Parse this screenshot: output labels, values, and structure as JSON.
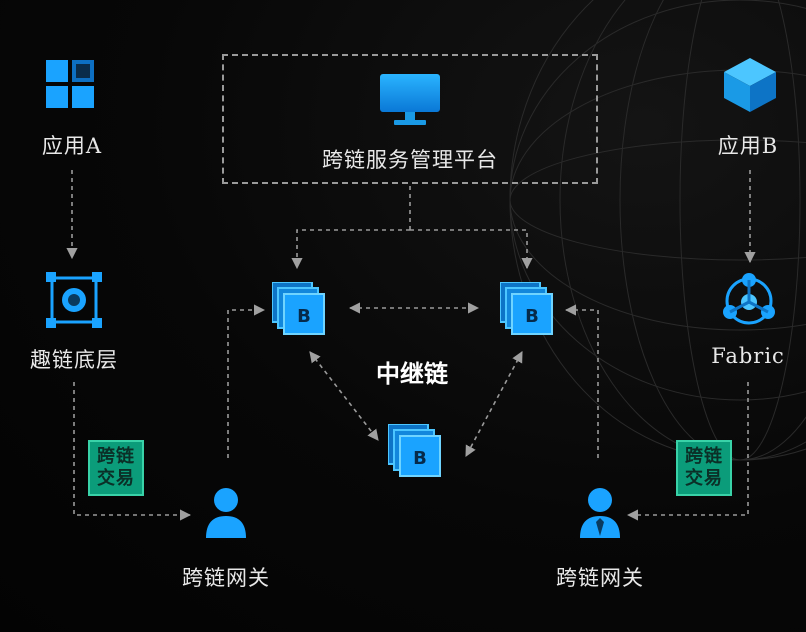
{
  "nodes": {
    "app_a": {
      "label": "应用A",
      "icon": "grid-app-icon"
    },
    "app_b": {
      "label": "应用B",
      "icon": "cube-icon"
    },
    "base_chain": {
      "label": "趣链底层",
      "icon": "chip-node-icon"
    },
    "fabric": {
      "label": "Fabric",
      "icon": "network-cluster-icon"
    },
    "gateway_left": {
      "label": "跨链网关",
      "icon": "user-icon"
    },
    "gateway_right": {
      "label": "跨链网关",
      "icon": "user-tie-icon"
    },
    "management": {
      "label": "跨链服务管理平台",
      "icon": "monitor-icon"
    },
    "relay_chain": {
      "label": "中继链"
    },
    "relay_node_letter": "B"
  },
  "badges": {
    "left": {
      "line1": "跨链",
      "line2": "交易"
    },
    "right": {
      "line1": "跨链",
      "line2": "交易"
    }
  },
  "colors": {
    "accent": "#1aa3ff",
    "badge_fill": "#0b9c7a",
    "connector": "#9a9a9a"
  }
}
